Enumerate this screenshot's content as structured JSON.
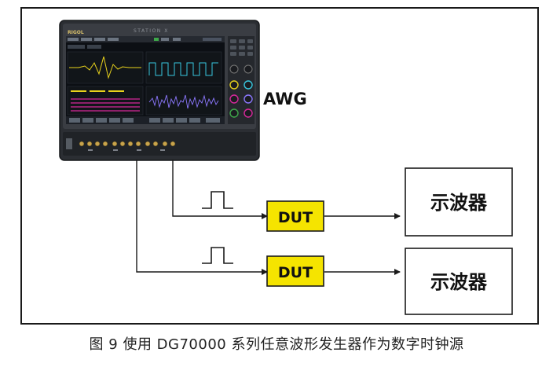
{
  "awg_label": "AWG",
  "dut_top_label": "DUT",
  "dut_bottom_label": "DUT",
  "scope_top_label": "示波器",
  "scope_bottom_label": "示波器",
  "caption": "图 9  使用 DG70000 系列任意波形发生器作为数字时钟源",
  "instrument": {
    "brand": "RIGOL",
    "model_text": "STATION X"
  },
  "colors": {
    "dut_fill": "#f5e400",
    "line": "#1a1a1a",
    "screen_bg": "#0c0f14",
    "trace_yellow": "#e8d21c",
    "trace_cyan": "#38c8e0",
    "trace_magenta": "#d8289c",
    "trace_purple": "#8c78ff"
  }
}
